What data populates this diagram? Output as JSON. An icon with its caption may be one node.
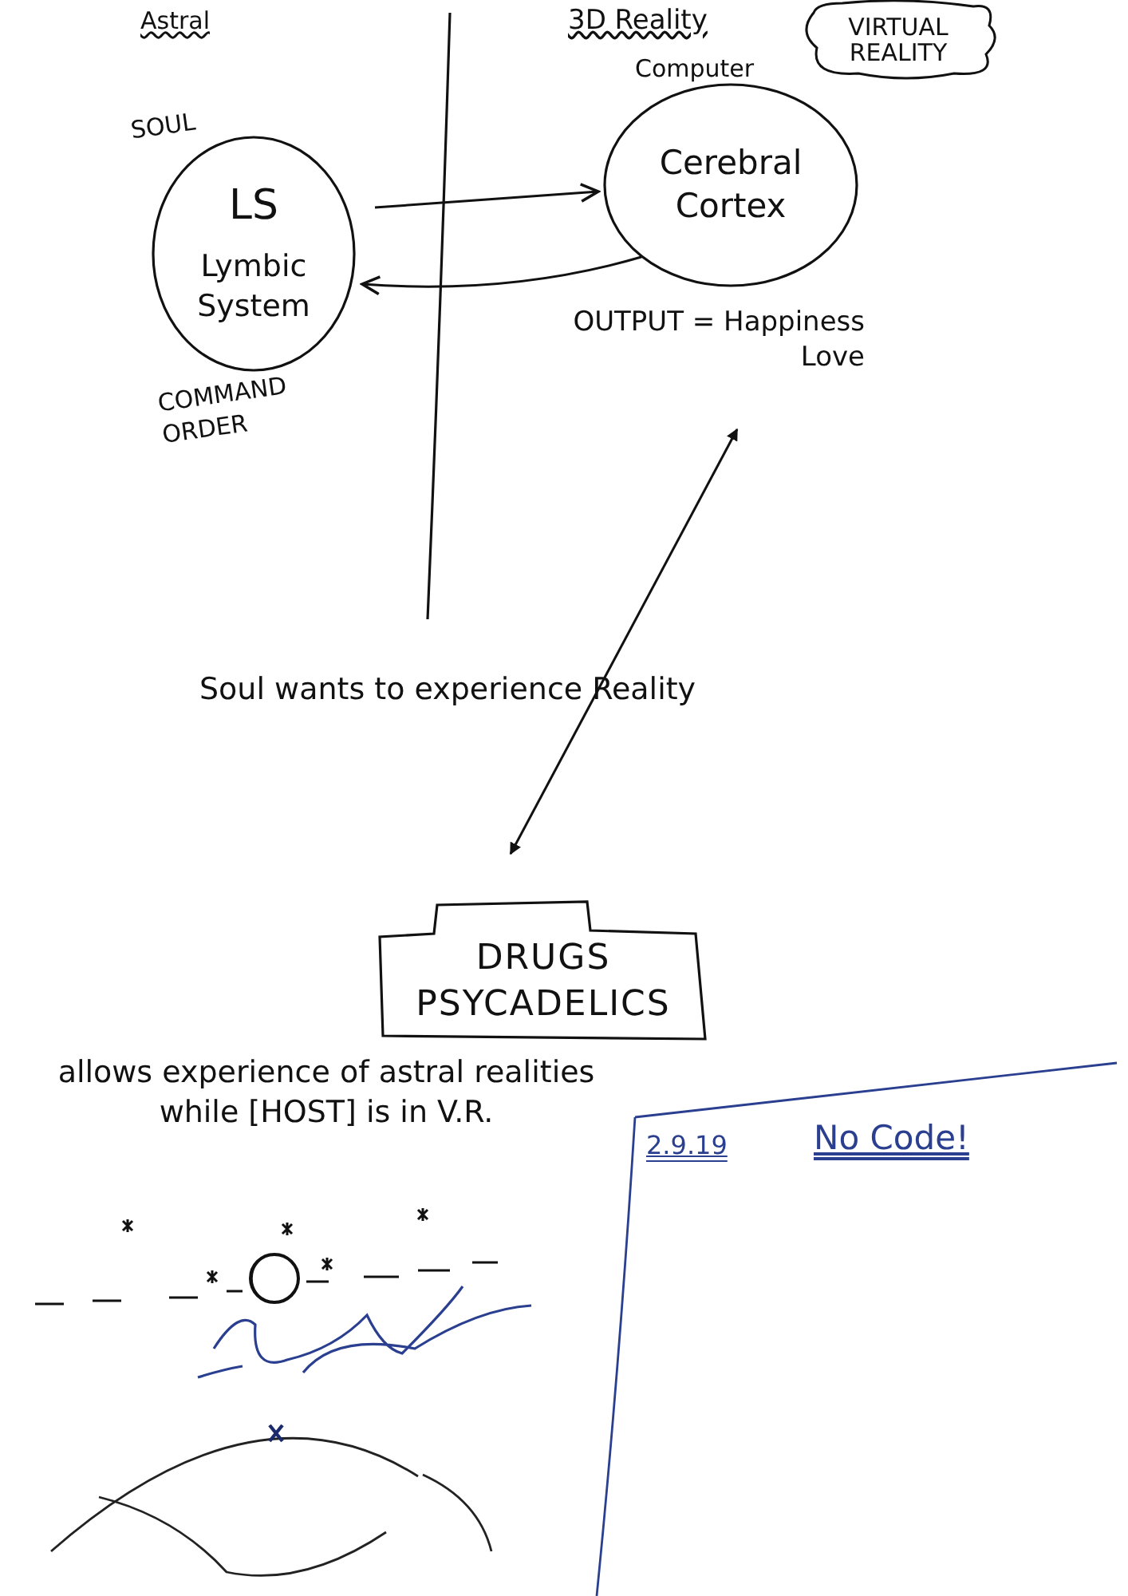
{
  "diagram": {
    "nodes": [
      {
        "text": [
          "LS",
          "Lymbic System"
        ],
        "beside": [
          "SOUL",
          "COMMAND ORDER"
        ]
      },
      {
        "text": [
          "Cerebral Cortex"
        ],
        "beside": [
          "Computer"
        ]
      },
      {
        "text": [
          "OUTPUT = Happiness Love"
        ]
      },
      {
        "text": [
          "VIRTUAL REALITY"
        ]
      },
      {
        "text": [
          "DRUGS PSYCADELICS"
        ]
      }
    ],
    "edges": [
      {
        "from": 0,
        "to": 1,
        "arrow": "to"
      },
      {
        "from": 1,
        "to": 0,
        "arrow": "to"
      },
      {
        "from": 2,
        "to": 4,
        "arrow": "both"
      }
    ],
    "labels": [
      "Astral",
      "3D Reality",
      "Soul wants to experience Reality",
      "allows experience of astral realities while [HOST] is in V.R.",
      "2.9.19",
      "No Code!"
    ]
  }
}
